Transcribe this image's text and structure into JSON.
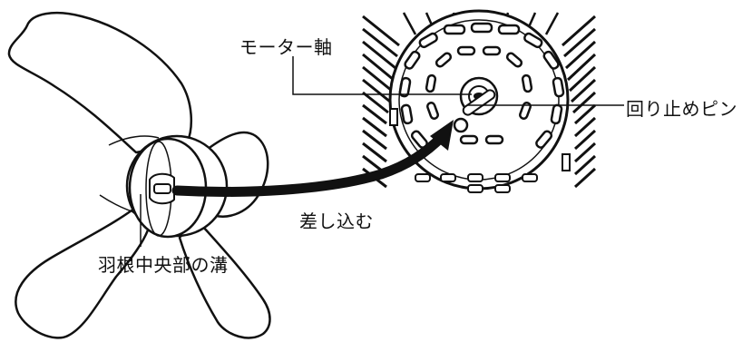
{
  "labels": {
    "motor_shaft": "モーター軸",
    "stop_pin": "回り止めピン",
    "insert": "差し込む",
    "blade_groove": "羽根中央部の溝"
  },
  "colors": {
    "line": "#111111",
    "background": "#ffffff"
  }
}
